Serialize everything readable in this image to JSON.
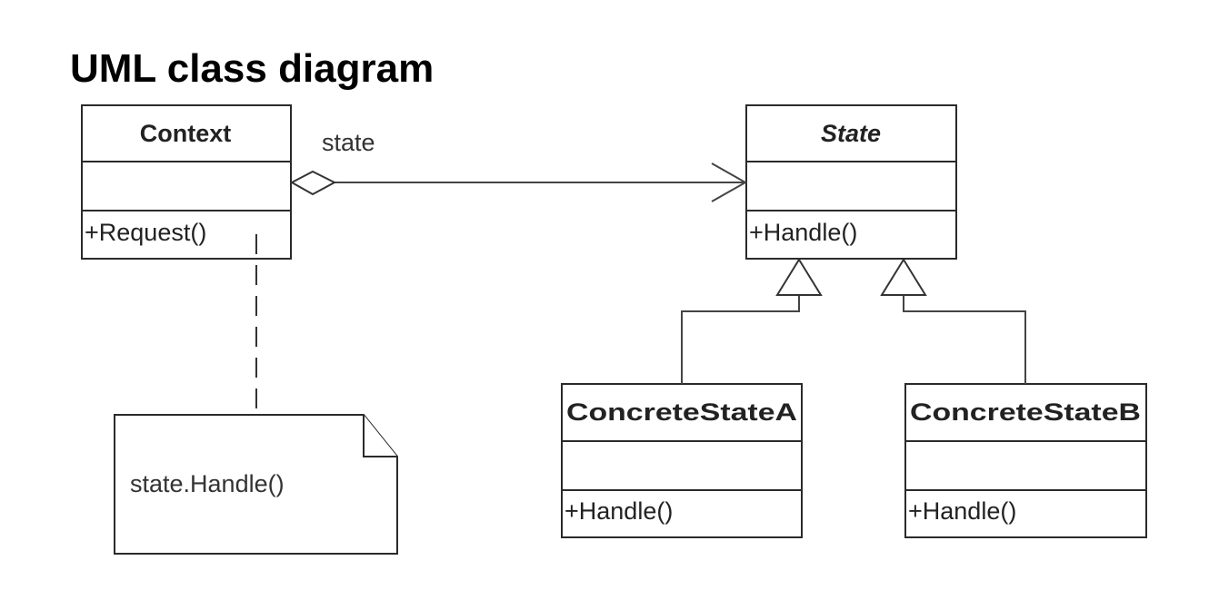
{
  "title": "UML class diagram",
  "classes": {
    "context": {
      "name": "Context",
      "operation": "+Request()"
    },
    "state": {
      "name": "State",
      "operation": "+Handle()"
    },
    "concrete_a": {
      "name": "ConcreteStateA",
      "operation": "+Handle()"
    },
    "concrete_b": {
      "name": "ConcreteStateB",
      "operation": "+Handle()"
    }
  },
  "association": {
    "role": "state"
  },
  "note": {
    "text": "state.Handle()"
  }
}
